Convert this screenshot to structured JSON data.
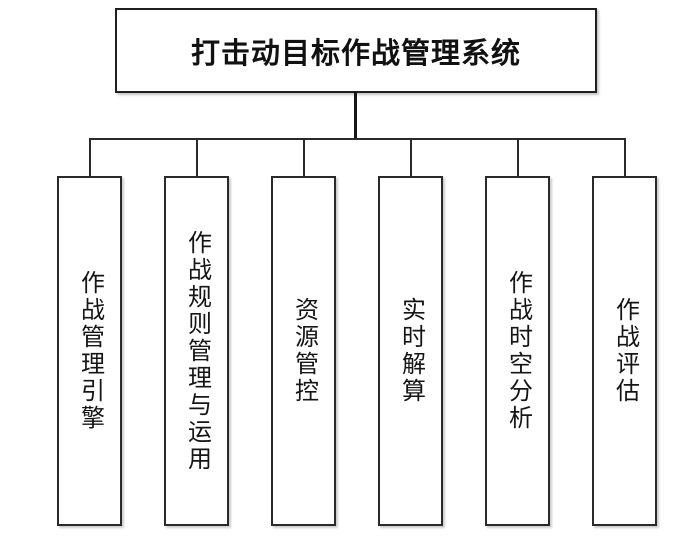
{
  "diagram": {
    "title": "打击动目标作战管理系统",
    "modules": [
      {
        "label": "作战管理引擎"
      },
      {
        "label": "作战规则管理与运用"
      },
      {
        "label": "资源管控"
      },
      {
        "label": "实时解算"
      },
      {
        "label": "作战时空分析"
      },
      {
        "label": "作战评估"
      }
    ],
    "colors": {
      "line": "#2a2a2a",
      "background": "#ffffff",
      "box_fill": "#ffffff",
      "text": "#111111"
    }
  }
}
